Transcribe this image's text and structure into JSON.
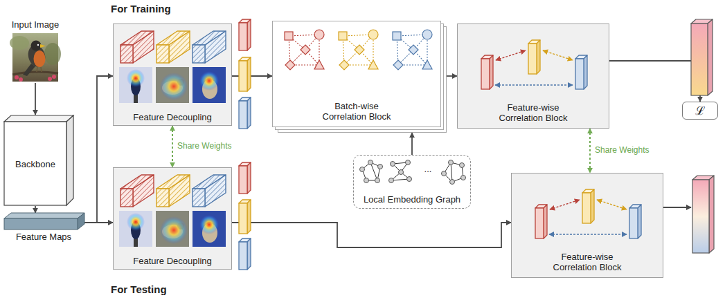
{
  "diagram": {
    "nodes": [
      {
        "text": [
          "Input Image"
        ]
      },
      {
        "text": [
          "Backbone"
        ]
      },
      {
        "text": [
          "Feature Maps"
        ]
      },
      {
        "text": [
          "For Training"
        ]
      },
      {
        "text": [
          "Feature Decoupling"
        ],
        "in": 3
      },
      {
        "text": [
          "Batch-wise Correlation Block"
        ],
        "in": 3
      },
      {
        "text": [
          "Feature-wise Correlation Block"
        ],
        "in": 3
      },
      {
        "text": [
          "ℒ"
        ],
        "in": 3
      },
      {
        "text": [
          "...",
          "Local Embedding Graph"
        ]
      },
      {
        "text": [
          "For Testing"
        ]
      },
      {
        "text": [
          "Feature Decoupling"
        ],
        "in": 9
      },
      {
        "text": [
          "Feature-wise Correlation Block"
        ],
        "in": 9
      }
    ],
    "edges": [
      {
        "from": 0,
        "to": 1,
        "arrow": "to"
      },
      {
        "from": 1,
        "to": 2,
        "arrow": "to"
      },
      {
        "from": 2,
        "to": 4,
        "arrow": "to"
      },
      {
        "from": 2,
        "to": 10,
        "arrow": "to"
      },
      {
        "from": 4,
        "to": 5,
        "arrow": "to"
      },
      {
        "from": 5,
        "to": 6,
        "arrow": "to"
      },
      {
        "from": 6,
        "to": 7,
        "arrow": "to"
      },
      {
        "from": 8,
        "to": 5,
        "arrow": "to"
      },
      {
        "from": 10,
        "to": 11,
        "arrow": "to"
      },
      {
        "from": 4,
        "to": 10,
        "label": "Share Weights",
        "arrow": "both"
      },
      {
        "from": 6,
        "to": 11,
        "label": "Share Weights",
        "arrow": "both"
      }
    ]
  }
}
